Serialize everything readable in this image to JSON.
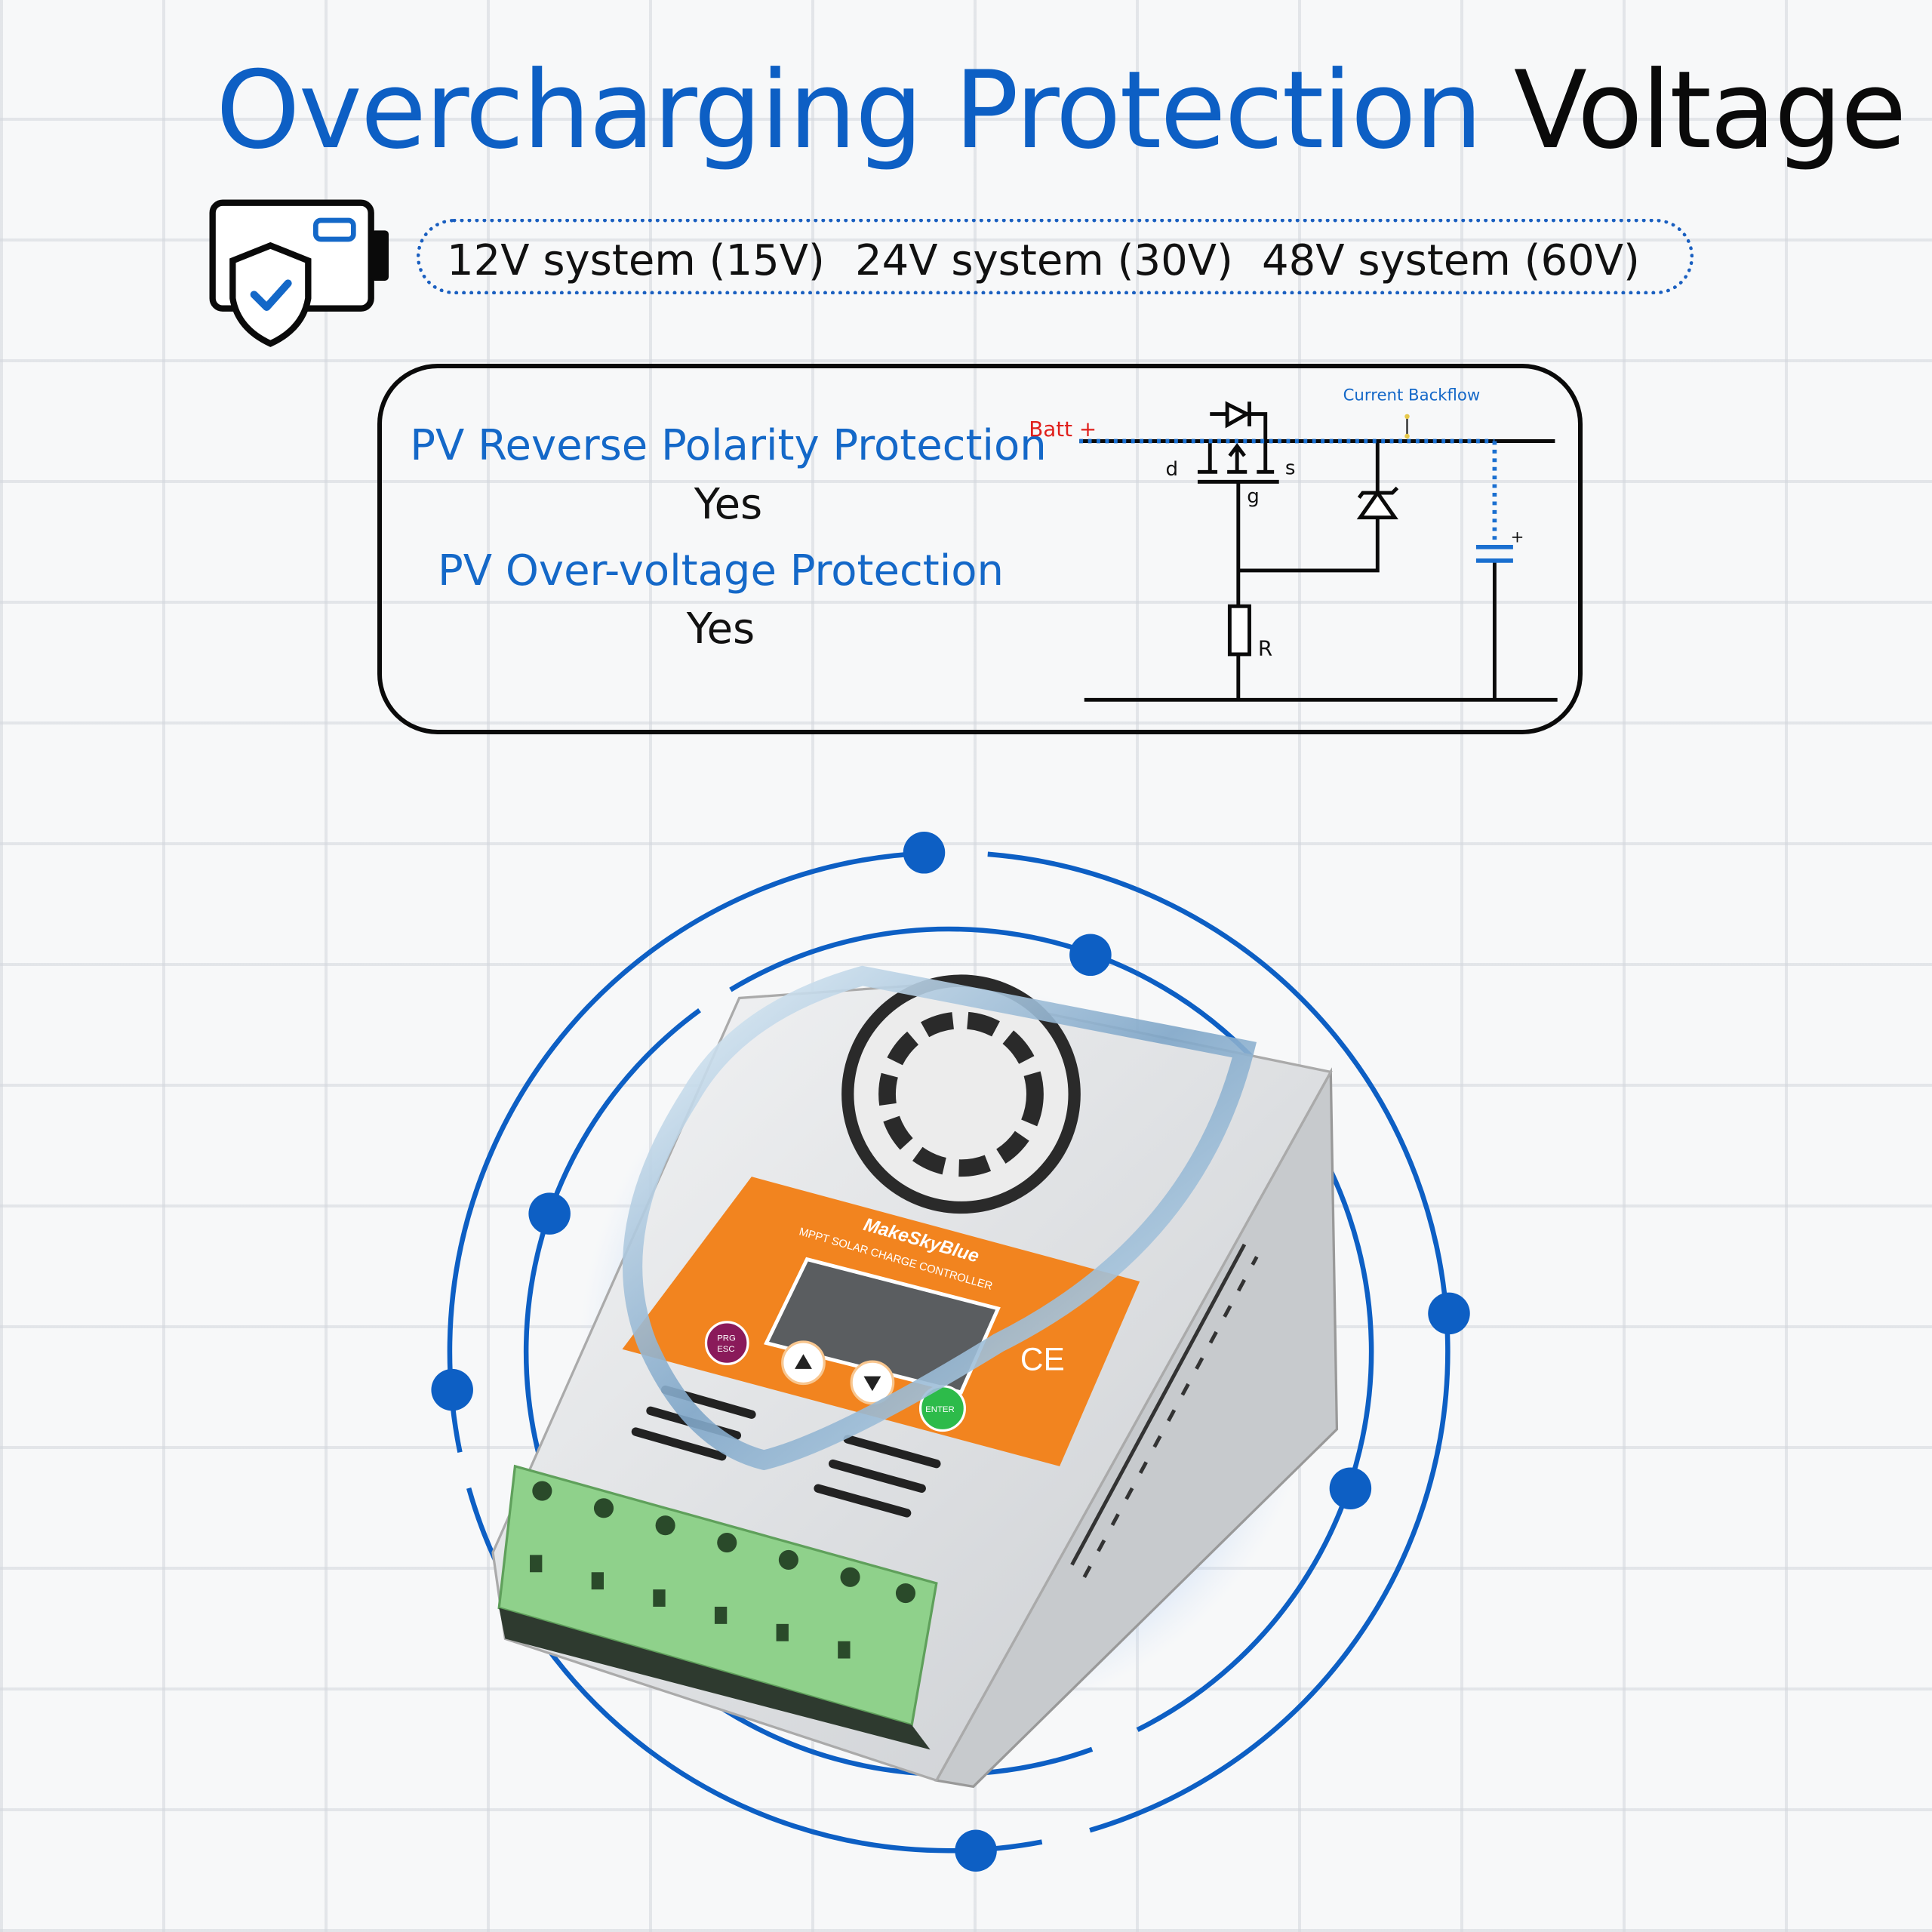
{
  "title": {
    "blue": "Overcharging Protection",
    "black": "Voltage"
  },
  "systems": [
    "12V system (15V)",
    "24V system (30V)",
    "48V system (60V)"
  ],
  "icons": {
    "battery_shield": "battery-shield-check-icon"
  },
  "protections": [
    {
      "label": "PV Reverse Polarity Protection",
      "value": "Yes"
    },
    {
      "label": "PV Over-voltage Protection",
      "value": "Yes"
    }
  ],
  "circuit": {
    "batt_label": "Batt +",
    "backflow_label": "Current Backflow",
    "d": "d",
    "s": "s",
    "g": "g",
    "r": "R",
    "plus": "+"
  },
  "product": {
    "brand": "MakeSkyBlue",
    "subtitle": "MPPT SOLAR CHARGE CONTROLLER",
    "btn_prg": "PRG",
    "btn_esc": "ESC",
    "btn_enter": "ENTER",
    "mark": "CE"
  },
  "colors": {
    "accent": "#0d5fc4",
    "text": "#0a0a0a",
    "batt": "#e0201c",
    "panel": "#f2841f",
    "terminal": "#8fd18b"
  }
}
